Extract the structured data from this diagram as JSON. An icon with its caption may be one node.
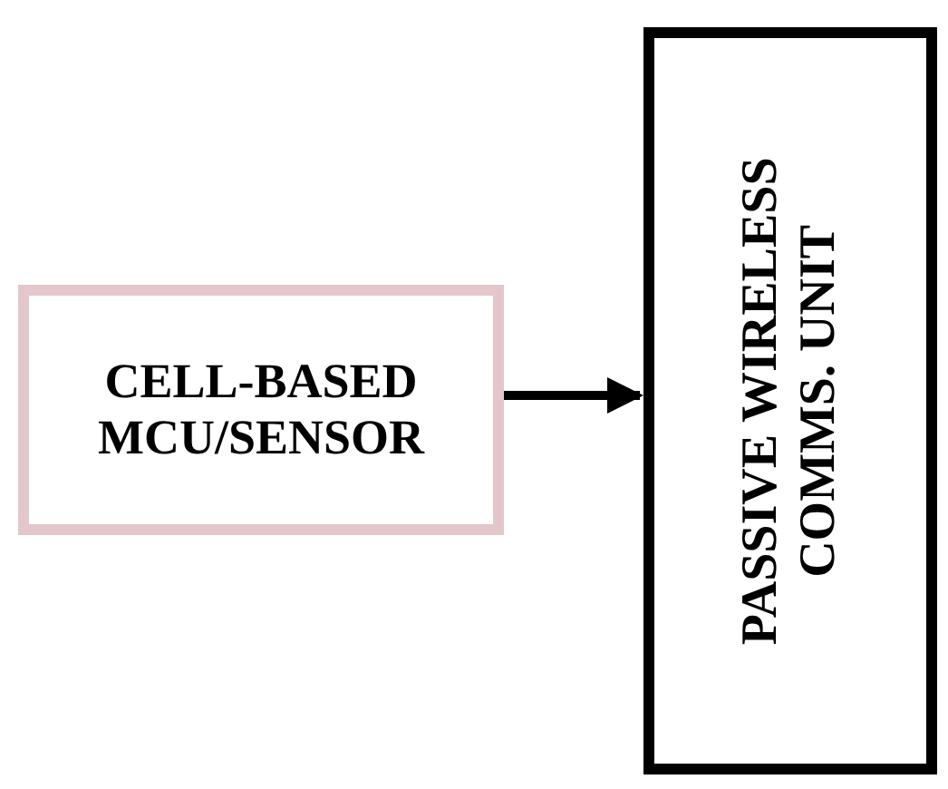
{
  "diagram": {
    "nodes": [
      {
        "text": [
          "CELL-BASED MCU/SENSOR"
        ]
      },
      {
        "text": [
          "PASSIVE WIRELESS COMMS. UNIT"
        ]
      }
    ],
    "edges": [
      {
        "from": 0,
        "to": 1,
        "arrow": "to"
      }
    ]
  }
}
